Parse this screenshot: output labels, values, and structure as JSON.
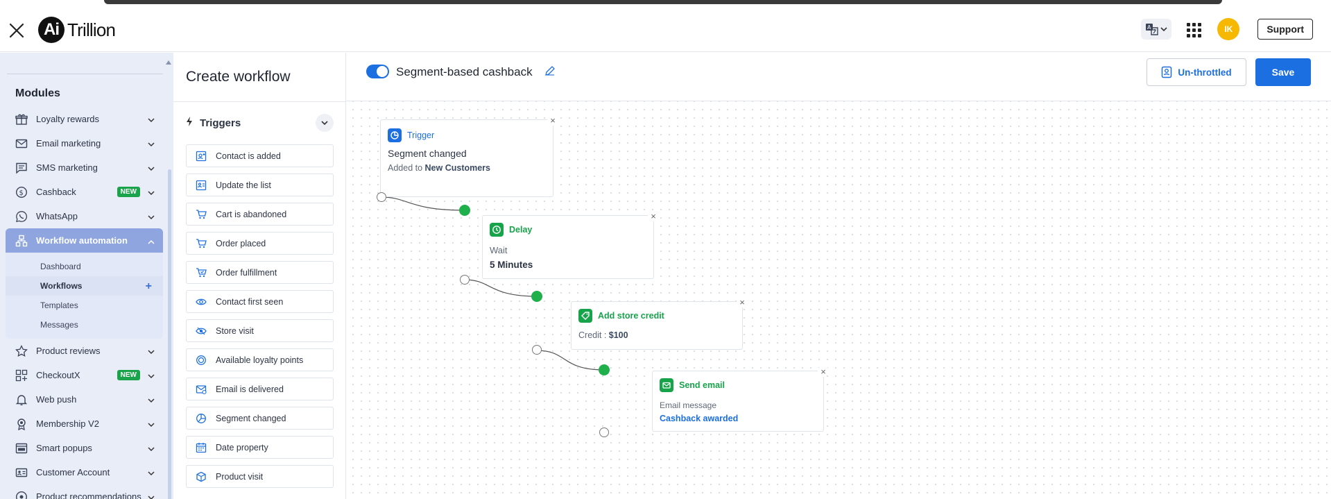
{
  "header": {
    "logo_mark": "Ai",
    "logo_text": "Trillion",
    "avatar_initials": "IK",
    "support_label": "Support"
  },
  "sidebar": {
    "section_title": "Modules",
    "items": [
      {
        "label": "Loyalty rewards",
        "icon": "gift-icon"
      },
      {
        "label": "Email marketing",
        "icon": "mail-icon"
      },
      {
        "label": "SMS marketing",
        "icon": "chat-icon"
      },
      {
        "label": "Cashback",
        "icon": "dollar-circle-icon",
        "badge": "NEW"
      },
      {
        "label": "WhatsApp",
        "icon": "whatsapp-icon"
      },
      {
        "label": "Workflow automation",
        "icon": "workflow-icon",
        "active": true
      },
      {
        "label": "Product reviews",
        "icon": "star-icon"
      },
      {
        "label": "CheckoutX",
        "icon": "checkout-icon",
        "badge": "NEW"
      },
      {
        "label": "Web push",
        "icon": "bell-icon"
      },
      {
        "label": "Membership V2",
        "icon": "membership-icon"
      },
      {
        "label": "Smart popups",
        "icon": "popup-icon"
      },
      {
        "label": "Customer Account",
        "icon": "id-card-icon"
      },
      {
        "label": "Product recommendations",
        "icon": "target-icon"
      }
    ],
    "subitems": [
      "Dashboard",
      "Workflows",
      "Templates",
      "Messages"
    ]
  },
  "panel": {
    "title": "Create workflow",
    "triggers_heading": "Triggers",
    "triggers": [
      "Contact is added",
      "Update the list",
      "Cart is abandoned",
      "Order placed",
      "Order fulfillment",
      "Contact first seen",
      "Store visit",
      "Available loyalty points",
      "Email is delivered",
      "Segment changed",
      "Date property",
      "Product visit"
    ]
  },
  "canvas": {
    "workflow_name": "Segment-based cashback",
    "toggle_on": true,
    "unthrottled_label": "Un-throttled",
    "save_label": "Save",
    "nodes": {
      "trigger": {
        "title": "Trigger",
        "line1": "Segment changed",
        "line2_prefix": "Added to",
        "line2_value": "New Customers"
      },
      "delay": {
        "title": "Delay",
        "line1": "Wait",
        "line2": "5 Minutes"
      },
      "credit": {
        "title": "Add store credit",
        "line1_prefix": "Credit :",
        "line1_value": "$100"
      },
      "email": {
        "title": "Send email",
        "line1": "Email message",
        "line2": "Cashback awarded"
      }
    }
  },
  "colors": {
    "primary": "#1c6fe0",
    "success": "#17a34a",
    "sidebar_bg": "#e9edf8",
    "active_nav": "#8ea5e0",
    "avatar": "#f6b800"
  }
}
